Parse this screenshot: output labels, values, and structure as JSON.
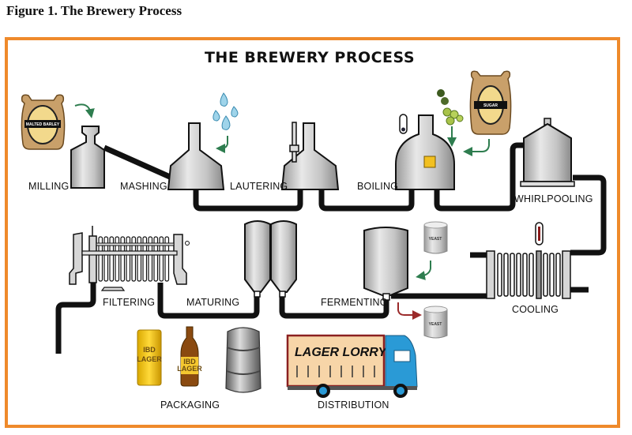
{
  "caption": "Figure 1. The Brewery Process",
  "diagram": {
    "title": "THE BREWERY PROCESS",
    "frame_color": "#ef8a2b",
    "steps": [
      {
        "id": "milling",
        "label": "MILLING"
      },
      {
        "id": "mashing",
        "label": "MASHING"
      },
      {
        "id": "lautering",
        "label": "LAUTERING"
      },
      {
        "id": "boiling",
        "label": "BOILING"
      },
      {
        "id": "whirlpooling",
        "label": "WHIRLPOOLING"
      },
      {
        "id": "cooling",
        "label": "COOLING"
      },
      {
        "id": "fermenting",
        "label": "FERMENTING"
      },
      {
        "id": "maturing",
        "label": "MATURING"
      },
      {
        "id": "filtering",
        "label": "FILTERING"
      },
      {
        "id": "packaging",
        "label": "PACKAGING"
      },
      {
        "id": "distribution",
        "label": "DISTRIBUTION"
      }
    ],
    "inputs": {
      "barley_sack": "MALTED BARLEY",
      "sugar_sack": "SUGAR",
      "yeast_in": "YEAST",
      "yeast_out": "YEAST"
    },
    "products": {
      "can_text": [
        "IBD",
        "LAGER"
      ],
      "bottle_text": [
        "IBD",
        "LAGER"
      ]
    },
    "lorry_text": "LAGER LORRY",
    "colors": {
      "pipe": "#111111",
      "input_arrow": "#2e7d4f",
      "output_arrow": "#9b2a2a",
      "sack": "#c9a06a",
      "lorry_cab": "#2a9ad6",
      "lorry_box": "#f7d5a8"
    }
  }
}
